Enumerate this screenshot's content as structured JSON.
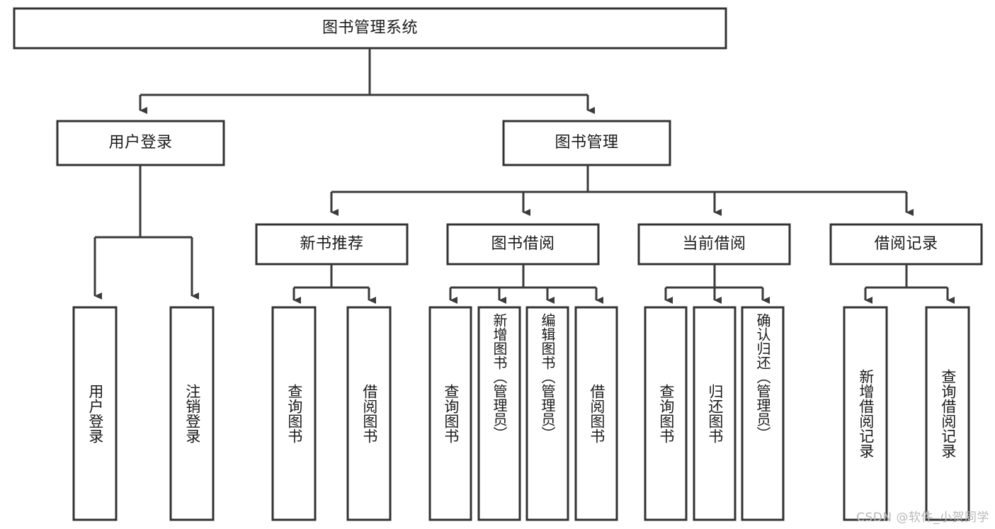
{
  "diagram": {
    "type": "hierarchy-tree",
    "title": "图书管理系统",
    "root": {
      "id": "root",
      "label": "图书管理系统"
    },
    "level2": [
      {
        "id": "user-login",
        "label": "用户登录"
      },
      {
        "id": "book-manage",
        "label": "图书管理"
      }
    ],
    "level3": [
      {
        "id": "new-book-recommend",
        "label": "新书推荐",
        "parent": "book-manage"
      },
      {
        "id": "book-borrow",
        "label": "图书借阅",
        "parent": "book-manage"
      },
      {
        "id": "current-borrow",
        "label": "当前借阅",
        "parent": "book-manage"
      },
      {
        "id": "borrow-record",
        "label": "借阅记录",
        "parent": "book-manage"
      }
    ],
    "leaves": {
      "user_login": [
        {
          "id": "leaf-user-login",
          "label": "用户登录"
        },
        {
          "id": "leaf-user-logout",
          "label": "注销登录"
        }
      ],
      "new_book_recommend": [
        {
          "id": "leaf-query-book-1",
          "label": "查询图书"
        },
        {
          "id": "leaf-borrow-book-1",
          "label": "借阅图书"
        }
      ],
      "book_borrow": [
        {
          "id": "leaf-query-book-2",
          "label": "查询图书"
        },
        {
          "id": "leaf-add-book",
          "label": "新增图书（管理员）"
        },
        {
          "id": "leaf-edit-book",
          "label": "编辑图书（管理员）"
        },
        {
          "id": "leaf-borrow-book-2",
          "label": "借阅图书"
        }
      ],
      "current_borrow": [
        {
          "id": "leaf-query-book-3",
          "label": "查询图书"
        },
        {
          "id": "leaf-return-book",
          "label": "归还图书"
        },
        {
          "id": "leaf-confirm-return",
          "label": "确认归还（管理员）"
        }
      ],
      "borrow_record": [
        {
          "id": "leaf-add-record",
          "label": "新增借阅记录"
        },
        {
          "id": "leaf-query-record",
          "label": "查询借阅记录"
        }
      ]
    },
    "colors": {
      "box_stroke": "#333333",
      "box_fill": "#ffffff",
      "connector": "#3b3b3b",
      "text": "#1b1b1b",
      "watermark": "#b9b9b9",
      "background": "#ffffff"
    }
  },
  "watermark": {
    "text": "CSDN @软件_小贺同学"
  }
}
